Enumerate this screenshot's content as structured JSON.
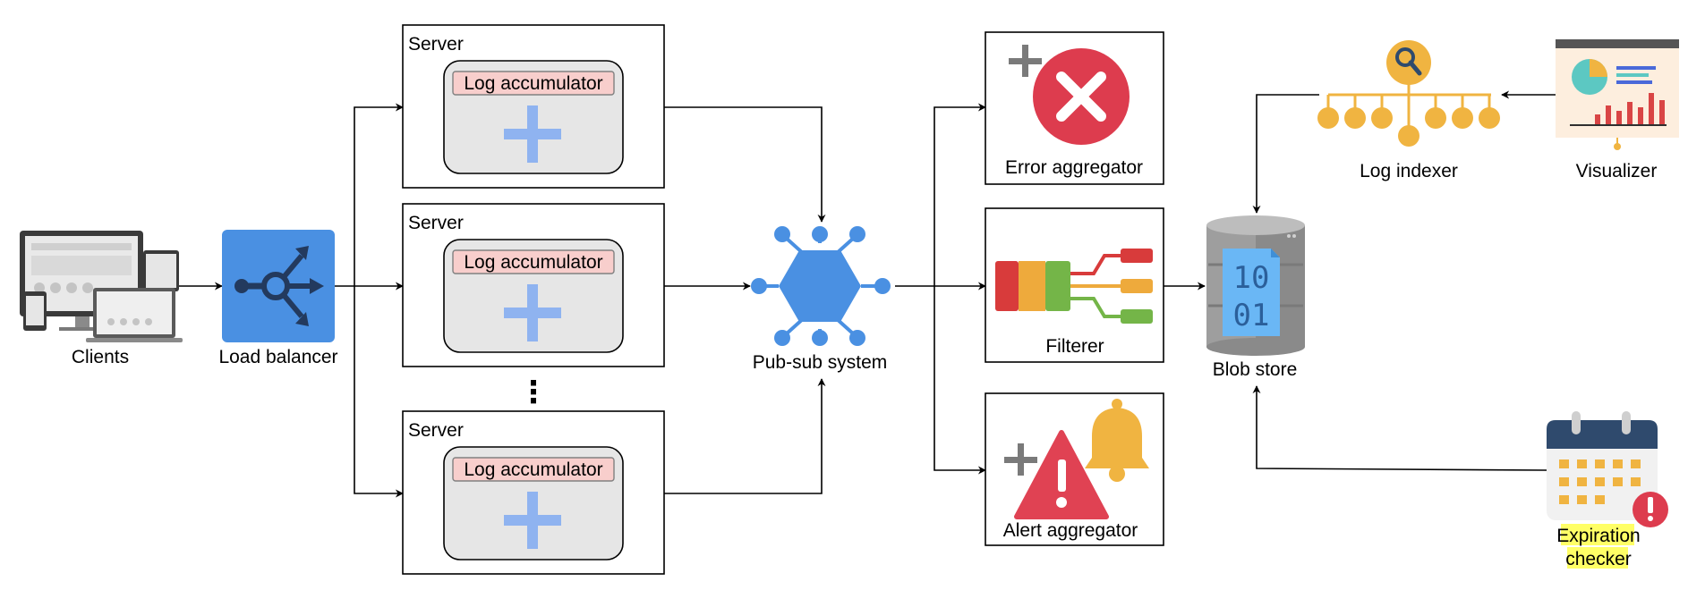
{
  "nodes": {
    "clients": "Clients",
    "load_balancer": "Load balancer",
    "server_label": "Server",
    "log_accumulator": "Log accumulator",
    "ellipsis": "⋮",
    "pubsub": "Pub-sub system",
    "error_aggregator": "Error aggregator",
    "filterer": "Filterer",
    "alert_aggregator": "Alert aggregator",
    "blob_store": "Blob store",
    "blob_bits_top": "10",
    "blob_bits_bottom": "01",
    "log_indexer": "Log indexer",
    "visualizer": "Visualizer",
    "expiration_line1": "Expiration",
    "expiration_line2": "checker"
  },
  "colors": {
    "edge": "#000000",
    "box_border": "#000000",
    "accumulator_fill": "#f8cecc",
    "accumulator_border": "#808080",
    "inner_box_fill": "#e6e6e6",
    "plus_light_blue": "#8fb3f0",
    "pubsub_blue": "#4a90e2",
    "load_balancer_blue": "#4a90e2",
    "error_red": "#dd3c4e",
    "alert_red": "#e04253",
    "bell_orange": "#f0b441",
    "indexer_orange": "#f0b441",
    "blob_grey": "#9e9e9e",
    "blob_blue": "#6ab7f5",
    "highlight_yellow": "#ffff66"
  },
  "icons": [
    "devices-icon",
    "load-balancer-icon",
    "plus-icon",
    "hexagon-network-icon",
    "error-x-icon",
    "filter-pipes-icon",
    "alert-triangle-icon",
    "bell-icon",
    "database-icon",
    "search-tree-icon",
    "presentation-board-icon",
    "calendar-alert-icon"
  ]
}
